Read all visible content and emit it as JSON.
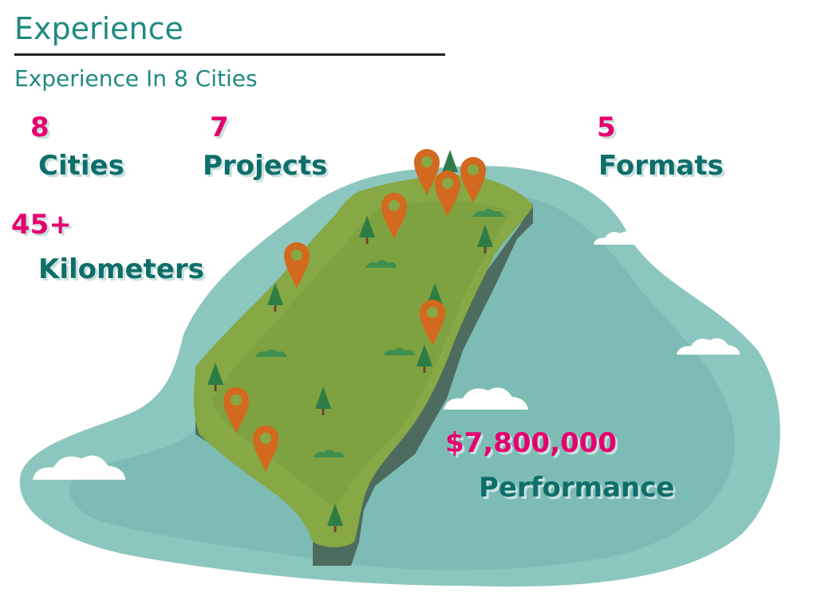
{
  "header": {
    "title": "Experience",
    "subtitle": "Experience In 8 Cities"
  },
  "stats": [
    {
      "value": "8",
      "label": "Cities"
    },
    {
      "value": "7",
      "label": "Projects"
    },
    {
      "value": "5",
      "label": "Formats"
    },
    {
      "value": "45+",
      "label": "Kilometers"
    },
    {
      "value": "$7,800,000",
      "label": "Performance"
    }
  ],
  "colors": {
    "accent": "#1f8a80",
    "number": "#e5006f",
    "label": "#0f6e6a",
    "sea": "#8cc7bf",
    "land": "#86a845",
    "pin": "#d2691e"
  },
  "illustration": {
    "icons": [
      "island-map",
      "location-pin-icon",
      "tree-icon",
      "cloud-icon",
      "bush-icon"
    ]
  }
}
